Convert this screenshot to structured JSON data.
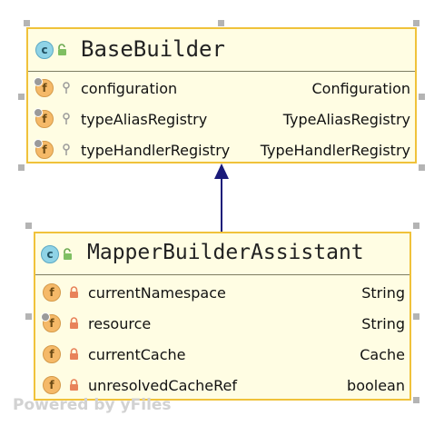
{
  "diagram": {
    "classes": [
      {
        "name": "BaseBuilder",
        "kind": "class",
        "fields": [
          {
            "name": "configuration",
            "type": "Configuration",
            "visibility": "protected",
            "final": true
          },
          {
            "name": "typeAliasRegistry",
            "type": "TypeAliasRegistry",
            "visibility": "protected",
            "final": true
          },
          {
            "name": "typeHandlerRegistry",
            "type": "TypeHandlerRegistry",
            "visibility": "protected",
            "final": true
          }
        ]
      },
      {
        "name": "MapperBuilderAssistant",
        "kind": "class",
        "fields": [
          {
            "name": "currentNamespace",
            "type": "String",
            "visibility": "private",
            "final": false
          },
          {
            "name": "resource",
            "type": "String",
            "visibility": "private",
            "final": true
          },
          {
            "name": "currentCache",
            "type": "Cache",
            "visibility": "private",
            "final": false
          },
          {
            "name": "unresolvedCacheRef",
            "type": "boolean",
            "visibility": "private",
            "final": false
          }
        ]
      }
    ],
    "edges": [
      {
        "from": "MapperBuilderAssistant",
        "to": "BaseBuilder",
        "kind": "inheritance"
      }
    ],
    "watermark": "Powered by yFiles",
    "icons": {
      "class_icon": "class-c-icon",
      "field_icon": "field-f-icon",
      "protected_icon": "key-icon",
      "private_icon": "lock-icon",
      "final_marker": "pin-dot-icon"
    },
    "colors": {
      "node_fill": "#fffde3",
      "node_border": "#f0c23a",
      "edge": "#1a1a7a",
      "field_icon": "#f5b968",
      "class_icon": "#8fd3e6",
      "lock": "#e8825a",
      "key": "#9a9a9a"
    }
  }
}
